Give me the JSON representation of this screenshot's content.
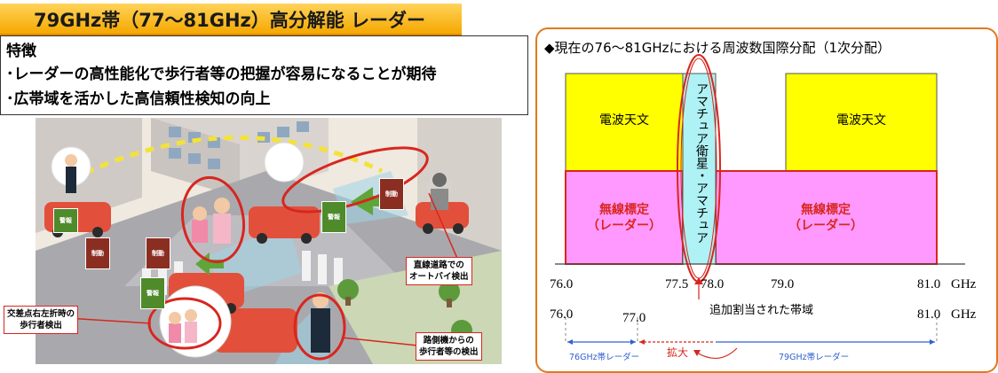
{
  "title": "79GHz帯（77〜81GHz）高分解能 レーダー",
  "features": {
    "heading": "特徴",
    "lines": [
      "･レーダーの高性能化で歩行者等の把握が容易になることが期待",
      "･広帯域を活かした高信頼性検知の向上"
    ]
  },
  "illustration": {
    "signs": {
      "warn": "警報",
      "brake": "制動"
    },
    "callouts": [
      "直線道路での\nオートバイ検出",
      "交差点右左折時の\n歩行者検出",
      "路側機からの\n歩行者等の検出"
    ]
  },
  "spectrum": {
    "title": "◆現在の76〜81GHzにおける周波数国際分配（1次分配）",
    "band_labels": {
      "radio_astronomy": "電波天文",
      "amateur": "アマチュア衛星・アマチュア",
      "radiolocation": "無線標定\n（レーダー）"
    },
    "axis1_ticks": [
      "76.0",
      "77.5",
      "78.0",
      "79.0",
      "81.0"
    ],
    "axis1_unit": "GHz",
    "axis2_ticks": [
      "76.0",
      "77.0",
      "81.0"
    ],
    "axis2_unit": "GHz",
    "added_band_label": "追加割当された帯域",
    "radar_76_label": "76GHz帯レーダー",
    "expansion_label": "拡大",
    "radar_79_label": "79GHz帯レーダー"
  },
  "colors": {
    "title_bar": "#f5a800",
    "radio_astronomy": "#ffff00",
    "radiolocation": "#ff99ff",
    "amateur": "#aef2f5",
    "callout_red": "#d8261f",
    "sign_green": "#4f8a2b",
    "sign_brown": "#8b2e22",
    "panel_border": "#e07a1e"
  }
}
